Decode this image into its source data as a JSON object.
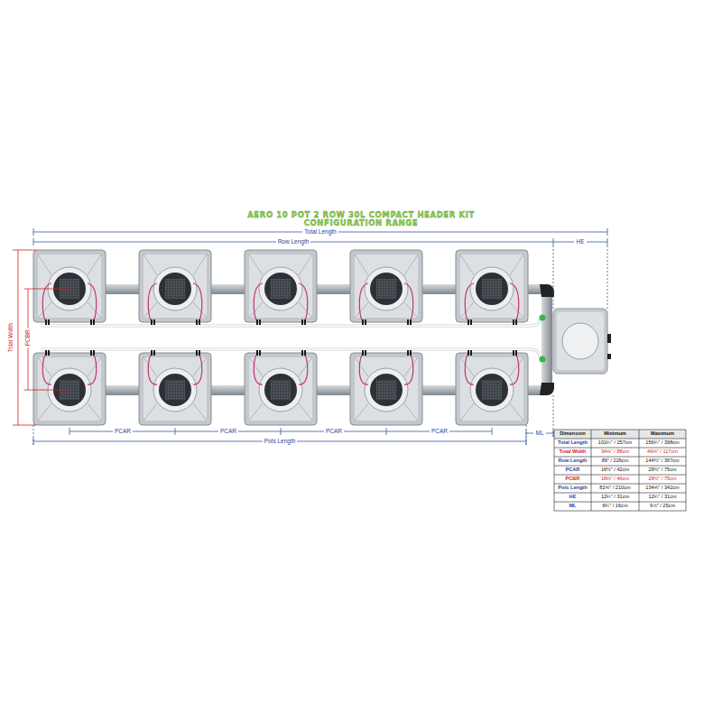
{
  "diagram": {
    "title": "AERO 10 POT 2 ROW 30L COMPACT HEADER KIT CONFIGURATION RANGE",
    "labels": [
      "Total Length",
      "Row Length",
      "HE",
      "Total Width",
      "PCBR",
      "PCAR",
      "PCAR",
      "PCAR",
      "PCAR",
      "Pots Length",
      "ML",
      "Dimension",
      "Minimum",
      "Maximum",
      "Total Length",
      "101¼\" / 257cm",
      "156¾\" / 398cm",
      "Total Width",
      "34⅝\" / 88cm",
      "46⅛\" / 117cm",
      "Row Length",
      "89\" / 226cm",
      "144½\" / 367cm",
      "PCAR",
      "16½\" / 42cm",
      "29½\" / 75cm",
      "PCBR",
      "18⅛\" / 46cm",
      "29½\" / 75cm",
      "Pots Length",
      "82⅝\" / 210cm",
      "134⅝\" / 342cm",
      "HE",
      "12¼\" / 31cm",
      "12¼\" / 31cm",
      "ML",
      "6¼\" / 16cm",
      "9⅞\" / 25cm"
    ]
  }
}
